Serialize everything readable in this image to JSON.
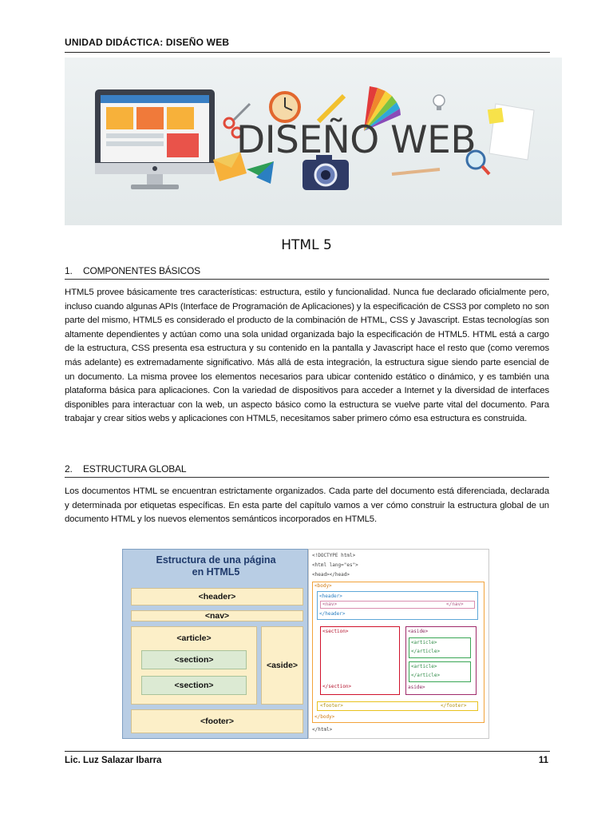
{
  "header": {
    "unit_title": "UNIDAD DIDÁCTICA: DISEÑO WEB"
  },
  "banner": {
    "title": "DISEÑO WEB"
  },
  "document": {
    "title": "HTML 5",
    "sections": [
      {
        "number": "1.",
        "heading": "COMPONENTES BÁSICOS",
        "paragraph": "HTML5 provee básicamente tres características: estructura, estilo y funcionalidad. Nunca fue declarado oficialmente pero, incluso cuando algunas APIs (Interface de Programación de Aplicaciones) y la especificación de CSS3 por completo no son parte del mismo, HTML5 es considerado el producto de la combinación de HTML, CSS y Javascript. Estas tecnologías son altamente dependientes y actúan como una sola unidad organizada bajo la especificación de HTML5. HTML está a cargo de la estructura, CSS presenta esa estructura y su contenido en la pantalla y Javascript hace el resto que (como veremos más adelante) es extremadamente significativo. Más allá de esta integración, la estructura sigue siendo parte esencial de un documento. La misma provee los elementos necesarios para ubicar contenido estático o dinámico, y es también una plataforma básica para aplicaciones. Con la variedad de dispositivos para acceder a Internet y la diversidad de interfaces disponibles para interactuar con la web, un aspecto básico como la estructura se vuelve parte vital del documento. Para trabajar y crear sitios webs y aplicaciones con HTML5, necesitamos saber primero cómo esa estructura es construida."
      },
      {
        "number": "2.",
        "heading": "ESTRUCTURA GLOBAL",
        "paragraph": "Los documentos HTML se encuentran estrictamente organizados. Cada parte del documento está diferenciada, declarada y determinada por etiquetas específicas. En esta parte del capítulo vamos a ver cómo construir la estructura global de un documento HTML y los nuevos elementos semánticos incorporados en HTML5."
      }
    ]
  },
  "diagram": {
    "title_line1": "Estructura de una página",
    "title_line2": "en  HTML5",
    "header": "<header>",
    "nav": "<nav>",
    "article": "<article>",
    "section1": "<section>",
    "section2": "<section>",
    "aside": "<aside>",
    "footer": "<footer>",
    "code": {
      "doctype": "<!DOCTYPE html>",
      "html_open": "<html lang=\"es\">",
      "head": "<head></head>",
      "body_open": "<body>",
      "header_open": "<header>",
      "nav_open": "<nav>",
      "nav_close": "</nav>",
      "header_close": "</header>",
      "section_open": "<section>",
      "section_close": "</section>",
      "aside_open": "<aside>",
      "article_open1": "<article>",
      "article_close1": "</article>",
      "article_open2": "<article>",
      "article_close2": "</article>",
      "aside_close": "aside>",
      "footer_open": "<footer>",
      "footer_close": "</footer>",
      "body_close": "</body>",
      "html_close": "</html>"
    }
  },
  "footer": {
    "author": "Lic. Luz Salazar Ibarra",
    "page_number": "11"
  },
  "colors": {
    "body_box": "#f2a33a",
    "header_box": "#5ea7d8",
    "nav_box": "#d98fb0",
    "section_box": "#d0112b",
    "aside_box": "#a02a6a",
    "article_box": "#3aa655",
    "footer_box": "#e8c21e"
  }
}
